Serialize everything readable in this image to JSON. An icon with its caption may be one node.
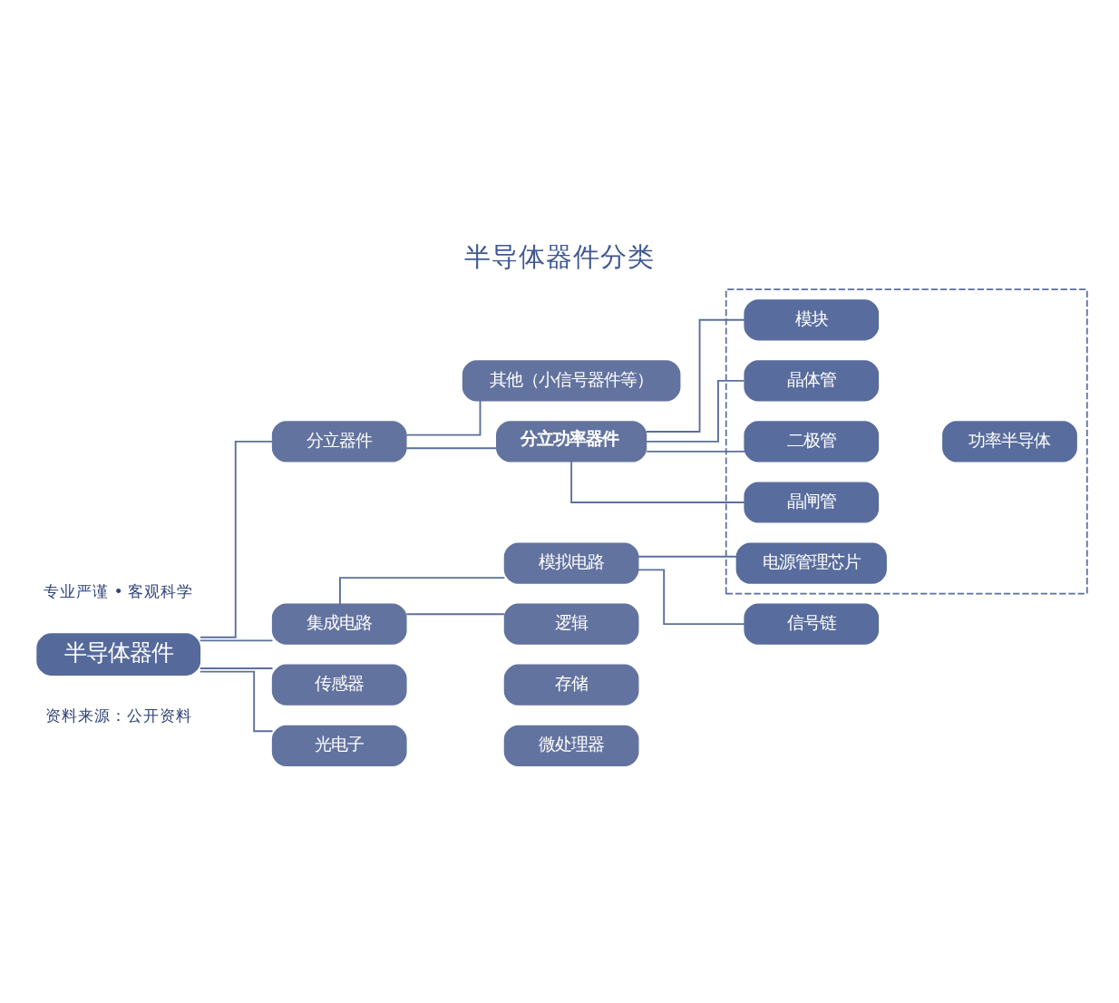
{
  "diagram": {
    "title": "半导体器件分类",
    "nodes": [
      {
        "text": [
          "半导体器件"
        ]
      },
      {
        "text": [
          "分立器件"
        ]
      },
      {
        "text": [
          "其他（小信号器件等）"
        ]
      },
      {
        "text": [
          "分立功率器件"
        ]
      },
      {
        "text": [],
        "shape": "box"
      },
      {
        "text": [
          "模块"
        ],
        "in": 4
      },
      {
        "text": [
          "晶体管"
        ],
        "in": 4
      },
      {
        "text": [
          "二极管"
        ],
        "in": 4
      },
      {
        "text": [
          "晶闸管"
        ],
        "in": 4
      },
      {
        "text": [
          "电源管理芯片"
        ],
        "in": 4
      },
      {
        "text": [
          "功率半导体"
        ],
        "in": 4
      },
      {
        "text": [
          "集成电路"
        ]
      },
      {
        "text": [
          "模拟电路"
        ]
      },
      {
        "text": [
          "信号链"
        ]
      },
      {
        "text": [
          "逻辑"
        ]
      },
      {
        "text": [
          "存储"
        ]
      },
      {
        "text": [
          "微处理器"
        ]
      },
      {
        "text": [
          "传感器"
        ]
      },
      {
        "text": [
          "光电子"
        ]
      }
    ],
    "edges": [
      {
        "from": 0,
        "to": 1,
        "arrow": "none"
      },
      {
        "from": 0,
        "to": 11,
        "arrow": "none"
      },
      {
        "from": 0,
        "to": 17,
        "arrow": "none"
      },
      {
        "from": 0,
        "to": 18,
        "arrow": "none"
      },
      {
        "from": 1,
        "to": 2,
        "arrow": "none"
      },
      {
        "from": 1,
        "to": 3,
        "arrow": "none"
      },
      {
        "from": 3,
        "to": 5,
        "arrow": "none"
      },
      {
        "from": 3,
        "to": 6,
        "arrow": "none"
      },
      {
        "from": 3,
        "to": 7,
        "arrow": "none"
      },
      {
        "from": 3,
        "to": 8,
        "arrow": "none"
      },
      {
        "from": 11,
        "to": 12,
        "arrow": "none"
      },
      {
        "from": 11,
        "to": 14,
        "arrow": "none"
      },
      {
        "from": 12,
        "to": 9,
        "arrow": "none"
      },
      {
        "from": 12,
        "to": 13,
        "arrow": "none"
      }
    ],
    "labels": [
      "专业严谨 • 客观科学",
      "资料来源：公开资料"
    ]
  }
}
